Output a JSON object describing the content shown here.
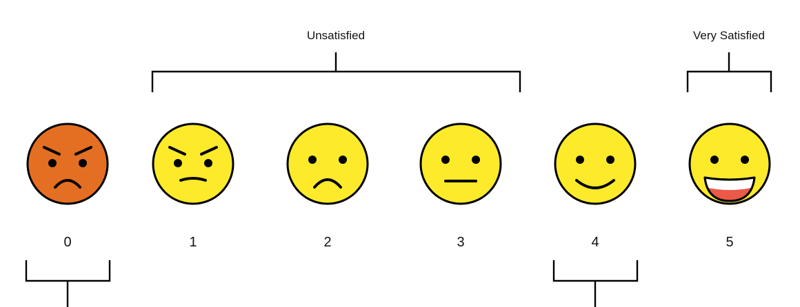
{
  "scale": {
    "faces": [
      {
        "value": "0",
        "mood": "angry",
        "color": "#E46F22",
        "icon": "angry-face-icon"
      },
      {
        "value": "1",
        "mood": "annoyed",
        "color": "#FCEA2B",
        "icon": "annoyed-face-icon"
      },
      {
        "value": "2",
        "mood": "sad",
        "color": "#FCEA2B",
        "icon": "frowning-face-icon"
      },
      {
        "value": "3",
        "mood": "neutral",
        "color": "#FCEA2B",
        "icon": "neutral-face-icon"
      },
      {
        "value": "4",
        "mood": "smile",
        "color": "#FCEA2B",
        "icon": "slightly-smiling-face-icon"
      },
      {
        "value": "5",
        "mood": "grin",
        "color": "#FCEA2B",
        "icon": "grinning-face-icon"
      }
    ]
  },
  "groups": {
    "unsatisfied": {
      "label": "Unsatisfied",
      "covers": [
        "1",
        "2",
        "3"
      ]
    },
    "very_satisfied": {
      "label": "Very Satisfied",
      "covers": [
        "5"
      ]
    },
    "bottom_left": {
      "label": "",
      "covers": [
        "0"
      ]
    },
    "bottom_right": {
      "label": "",
      "covers": [
        "4"
      ]
    }
  },
  "colors": {
    "outline": "#000000",
    "mouth_open": "#EA5A47",
    "teeth": "#FFFFFF"
  }
}
